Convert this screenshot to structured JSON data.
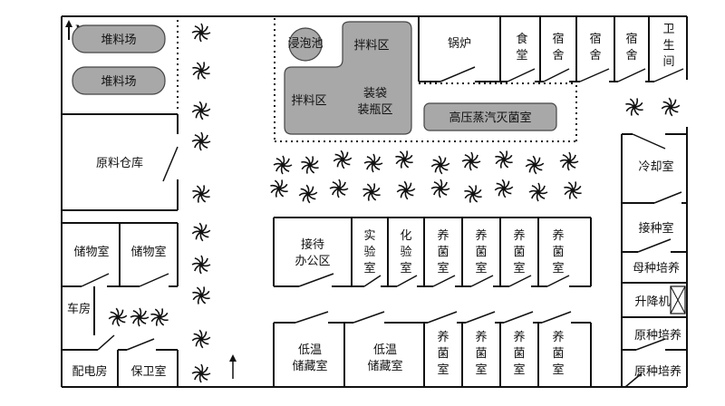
{
  "north": "N",
  "stacking_yard_1": "堆料场",
  "stacking_yard_2": "堆料场",
  "raw_material_warehouse": "原料仓库",
  "storage_room_1": "储物室",
  "storage_room_2": "储物室",
  "garage": "车房",
  "power_room": "配电房",
  "guard_room": "保卫室",
  "soak_pool": "浸泡池",
  "mixing_area_1": "拌料区",
  "mixing_area_2": "拌料区",
  "bagging_area": [
    "装袋",
    "装瓶区"
  ],
  "boiler": "锅炉",
  "canteen": [
    "食",
    "堂"
  ],
  "dorm_1": [
    "宿",
    "舍"
  ],
  "dorm_2": [
    "宿",
    "舍"
  ],
  "dorm_3": [
    "宿",
    "舍"
  ],
  "toilet": [
    "卫",
    "生",
    "间"
  ],
  "steam_sterilization_room": "高压蒸汽灭菌室",
  "cooling_room": "冷却室",
  "inoculation_room": "接种室",
  "mother_culture_room": "母种培养",
  "elevator": "升降机",
  "original_culture_room_1": "原种培养",
  "original_culture_room_2": "原种培养",
  "reception_office": [
    "接待",
    "办公区"
  ],
  "lab_1": [
    "实",
    "验",
    "室"
  ],
  "lab_2": [
    "化",
    "验",
    "室"
  ],
  "culture_rooms_top": [
    [
      "养",
      "菌",
      "室"
    ],
    [
      "养",
      "菌",
      "室"
    ],
    [
      "养",
      "菌",
      "室"
    ],
    [
      "养",
      "菌",
      "室"
    ]
  ],
  "low_temp_storage_1": [
    "低温",
    "储藏室"
  ],
  "low_temp_storage_2": [
    "低温",
    "储藏室"
  ],
  "culture_rooms_bottom": [
    [
      "养",
      "菌",
      "室"
    ],
    [
      "养",
      "菌",
      "室"
    ],
    [
      "养",
      "菌",
      "室"
    ],
    [
      "养",
      "菌",
      "室"
    ]
  ]
}
